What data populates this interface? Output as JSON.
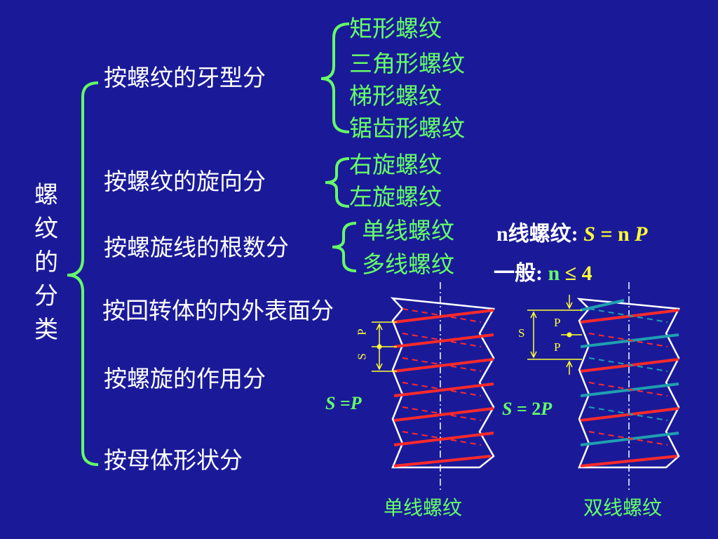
{
  "root_label": [
    "螺",
    "纹",
    "的",
    "分",
    "类"
  ],
  "categories": [
    {
      "label": "按螺纹的牙型分",
      "items": [
        "矩形螺纹",
        "三角形螺纹",
        "梯形螺纹",
        "锯齿形螺纹"
      ]
    },
    {
      "label": "按螺纹的旋向分",
      "items": [
        "右旋螺纹",
        "左旋螺纹"
      ]
    },
    {
      "label": "按螺旋线的根数分",
      "items": [
        "单线螺纹",
        "多线螺纹"
      ]
    },
    {
      "label": "按回转体的内外表面分",
      "items": []
    },
    {
      "label": "按螺旋的作用分",
      "items": []
    },
    {
      "label": "按母体形状分",
      "items": []
    }
  ],
  "formulas": {
    "multi_prefix": "n线螺纹:",
    "multi_S": "S",
    "multi_eq": "= n",
    "multi_P": "P",
    "general_prefix": "一般:",
    "general_n": "n",
    "general_le": "≤",
    "general_val": "4"
  },
  "figures": {
    "single": {
      "caption": "单线螺纹",
      "relation_S": "S",
      "relation_eq": "=",
      "relation_P": "P",
      "dim_S": "S",
      "dim_P": "P"
    },
    "double": {
      "caption": "双线螺纹",
      "relation_S": "S",
      "relation_eq": "= 2",
      "relation_P": "P",
      "dim_S": "S",
      "dim_P1": "P",
      "dim_P2": "P"
    }
  },
  "colors": {
    "background": "#1a1a99",
    "brace": "#66ff66",
    "text": "#ffffff",
    "item_text": "#66ff66",
    "helix_front": "#ff2a2a",
    "helix_second": "#1fa0b0",
    "dimension": "#ffff33"
  }
}
